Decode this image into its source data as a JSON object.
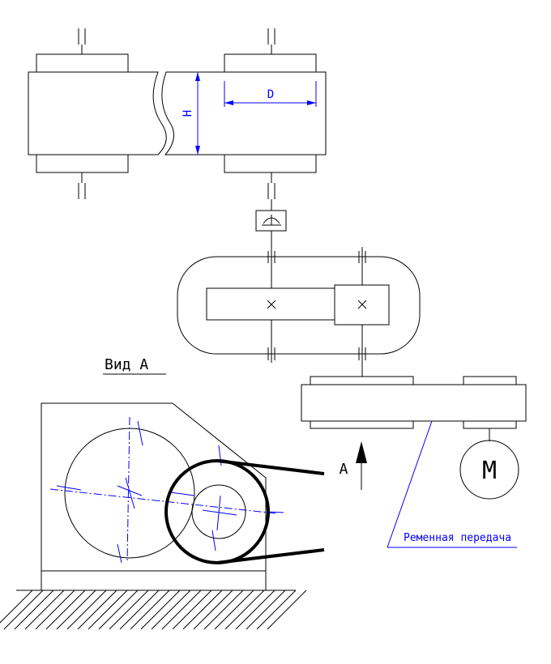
{
  "labels": {
    "dimension_h": "H",
    "dimension_d": "D",
    "view_title": "Вид А",
    "view_arrow": "A",
    "motor": "M",
    "belt_drive": "Ременная передача"
  },
  "colors": {
    "line": "#000000",
    "dimension": "#0000ff",
    "background": "#ffffff"
  }
}
